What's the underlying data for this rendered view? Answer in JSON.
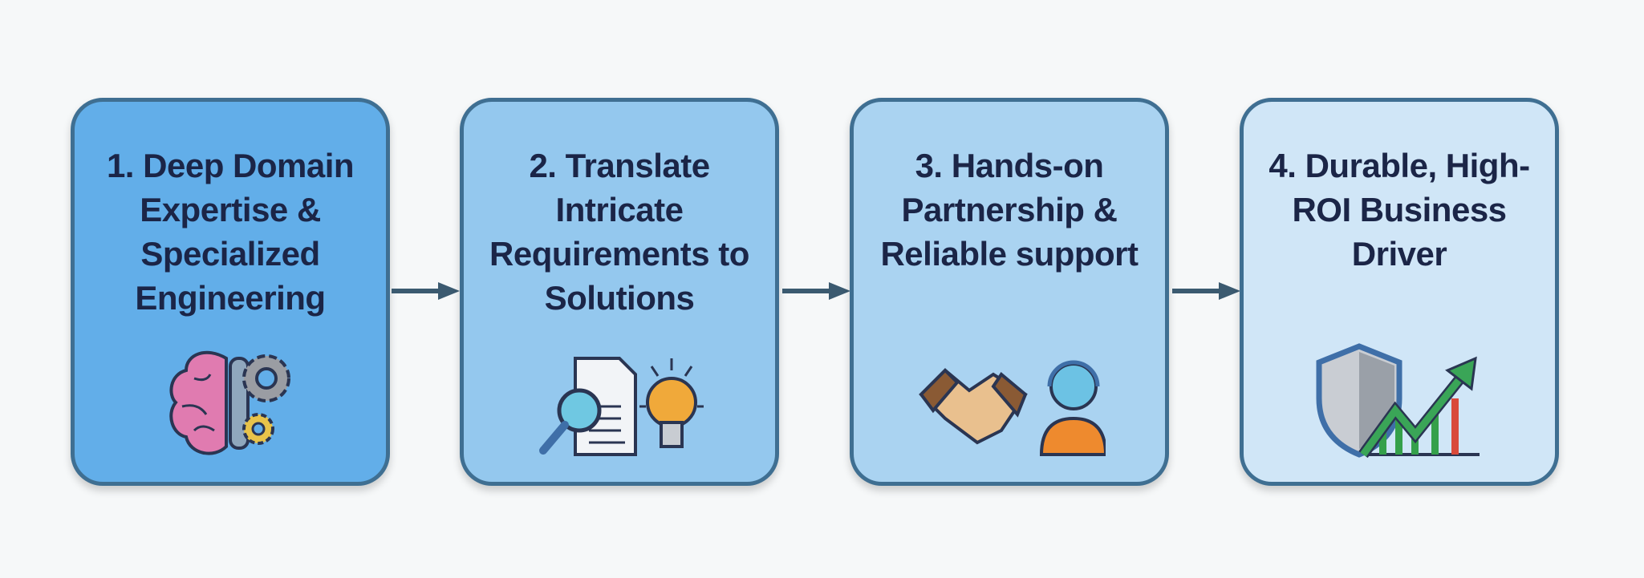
{
  "steps": [
    {
      "title": "1. Deep Domain Expertise & Specialized Engineering",
      "icons": [
        "brain-icon",
        "gears-icon"
      ],
      "color": "#62aee9"
    },
    {
      "title": "2. Translate Intricate Requirements to Solutions",
      "icons": [
        "document-search-icon",
        "lightbulb-icon"
      ],
      "color": "#94c8ee"
    },
    {
      "title": "3. Hands-on Partnership & Reliable support",
      "icons": [
        "handshake-icon",
        "support-agent-icon"
      ],
      "color": "#aad3f1"
    },
    {
      "title": "4. Durable, High-ROI Business Driver",
      "icons": [
        "shield-icon",
        "growth-chart-icon"
      ],
      "color": "#d0e6f7"
    }
  ],
  "colors": {
    "border": "#3f6f92",
    "text": "#1b2547",
    "arrow": "#3b5a70"
  }
}
